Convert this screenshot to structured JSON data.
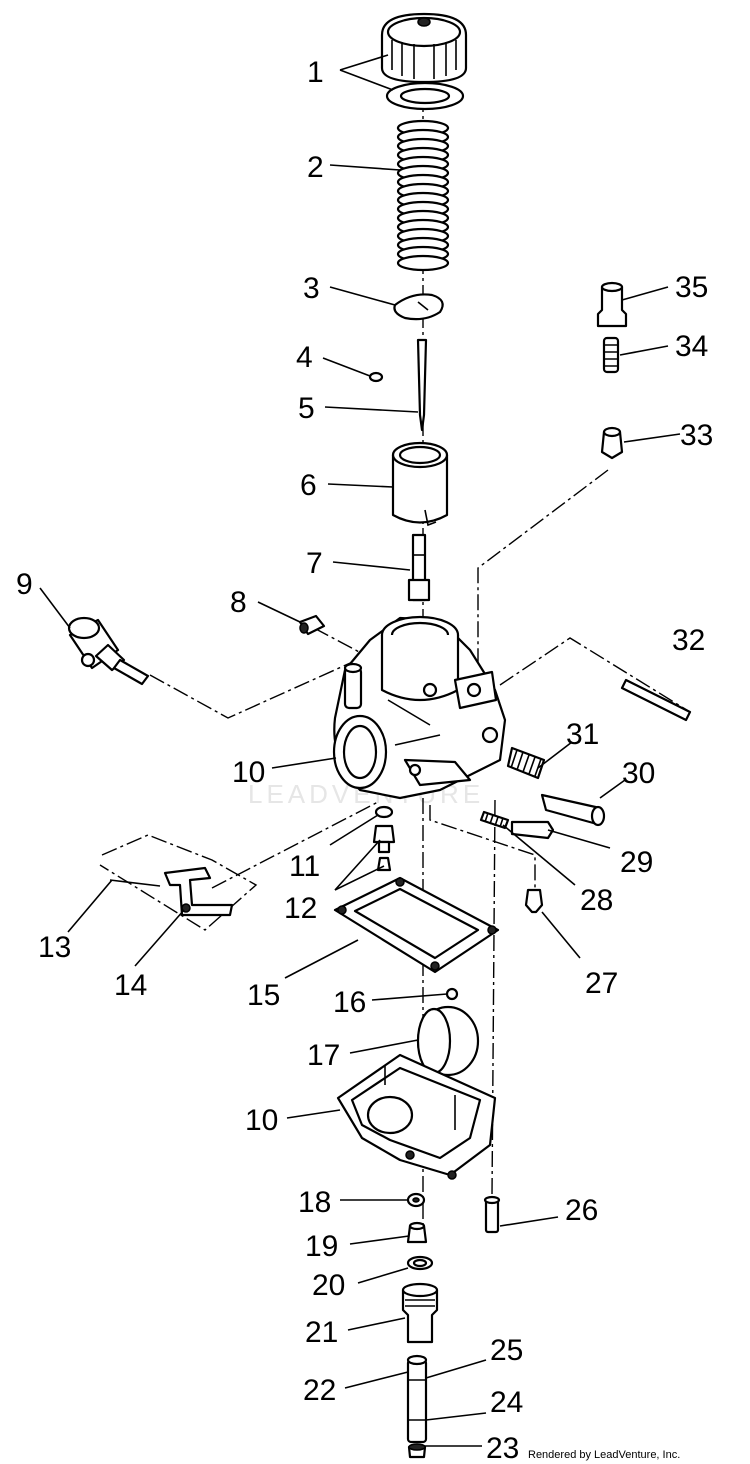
{
  "diagram": {
    "watermark": "LEADVENTURE",
    "credit": "Rendered by LeadVenture, Inc.",
    "callouts": [
      {
        "id": "c1",
        "label": "1"
      },
      {
        "id": "c2",
        "label": "2"
      },
      {
        "id": "c3",
        "label": "3"
      },
      {
        "id": "c4",
        "label": "4"
      },
      {
        "id": "c5",
        "label": "5"
      },
      {
        "id": "c6",
        "label": "6"
      },
      {
        "id": "c7",
        "label": "7"
      },
      {
        "id": "c8",
        "label": "8"
      },
      {
        "id": "c9",
        "label": "9"
      },
      {
        "id": "c10a",
        "label": "10"
      },
      {
        "id": "c10b",
        "label": "10"
      },
      {
        "id": "c11",
        "label": "11"
      },
      {
        "id": "c12",
        "label": "12"
      },
      {
        "id": "c13",
        "label": "13"
      },
      {
        "id": "c14",
        "label": "14"
      },
      {
        "id": "c15",
        "label": "15"
      },
      {
        "id": "c16",
        "label": "16"
      },
      {
        "id": "c17",
        "label": "17"
      },
      {
        "id": "c18",
        "label": "18"
      },
      {
        "id": "c19",
        "label": "19"
      },
      {
        "id": "c20",
        "label": "20"
      },
      {
        "id": "c21",
        "label": "21"
      },
      {
        "id": "c22",
        "label": "22"
      },
      {
        "id": "c23",
        "label": "23"
      },
      {
        "id": "c24",
        "label": "24"
      },
      {
        "id": "c25",
        "label": "25"
      },
      {
        "id": "c26",
        "label": "26"
      },
      {
        "id": "c27",
        "label": "27"
      },
      {
        "id": "c28",
        "label": "28"
      },
      {
        "id": "c29",
        "label": "29"
      },
      {
        "id": "c30",
        "label": "30"
      },
      {
        "id": "c31",
        "label": "31"
      },
      {
        "id": "c32",
        "label": "32"
      },
      {
        "id": "c33",
        "label": "33"
      },
      {
        "id": "c34",
        "label": "34"
      },
      {
        "id": "c35",
        "label": "35"
      }
    ]
  }
}
